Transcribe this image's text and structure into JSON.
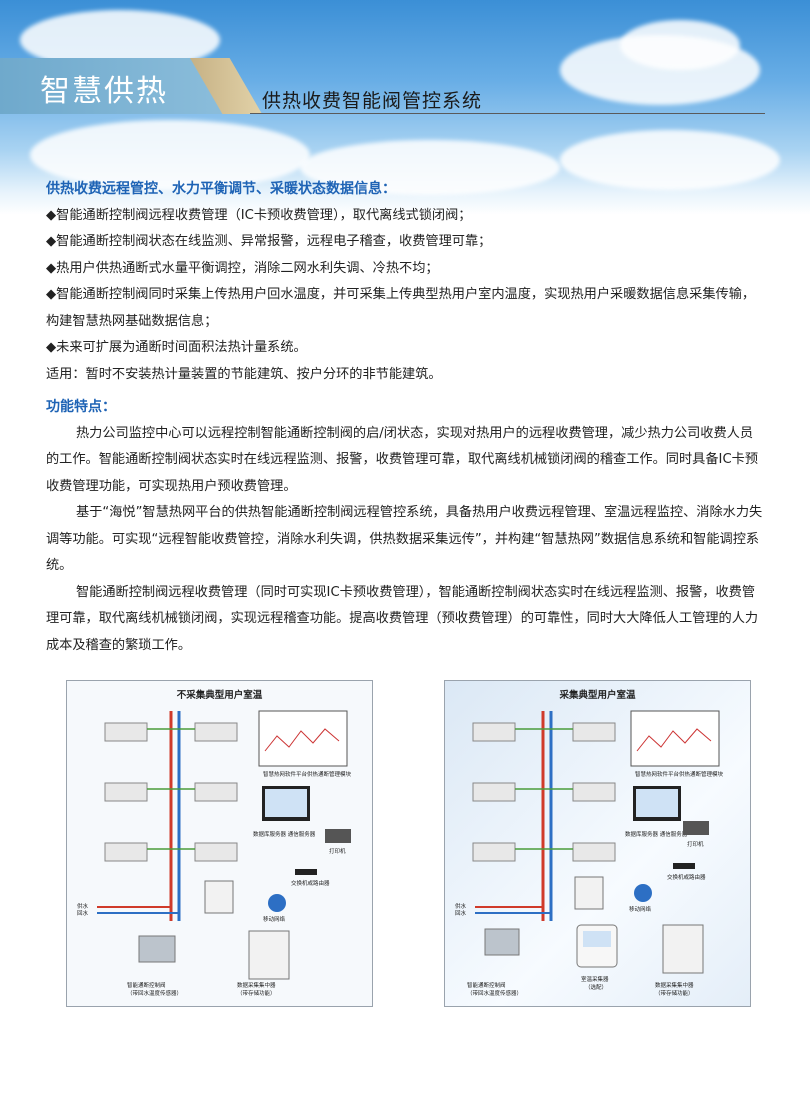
{
  "header": {
    "brand": "智慧供热",
    "subtitle": "供热收费智能阀管控系统"
  },
  "intro": {
    "heading": "供热收费远程管控、水力平衡调节、采暖状态数据信息：",
    "bullets": [
      "◆智能通断控制阀远程收费管理（IC卡预收费管理），取代离线式锁闭阀；",
      "◆智能通断控制阀状态在线监测、异常报警，远程电子稽查，收费管理可靠；",
      "◆热用户供热通断式水量平衡调控，消除二网水利失调、冷热不均；",
      "◆智能通断控制阀同时采集上传热用户回水温度，并可采集上传典型热用户室内温度，实现热用户采暖数据信息采集传输，构建智慧热网基础数据信息；",
      "◆未来可扩展为通断时间面积法热计量系统。"
    ],
    "applicable": "适用：暂时不安装热计量装置的节能建筑、按户分环的非节能建筑。"
  },
  "features": {
    "heading": "功能特点：",
    "paragraphs": [
      "热力公司监控中心可以远程控制智能通断控制阀的启/闭状态，实现对热用户的远程收费管理，减少热力公司收费人员的工作。智能通断控制阀状态实时在线远程监测、报警，收费管理可靠，取代离线机械锁闭阀的稽查工作。同时具备IC卡预收费管理功能，可实现热用户预收费管理。",
      "基于“海悦”智慧热网平台的供热智能通断控制阀远程管控系统，具备热用户收费远程管理、室温远程监控、消除水力失调等功能。可实现“远程智能收费管控，消除水利失调，供热数据采集远传”，并构建“智慧热网”数据信息系统和智能调控系统。",
      "智能通断控制阀远程收费管理（同时可实现IC卡预收费管理），智能通断控制阀状态实时在线远程监测、报警，收费管理可靠，取代离线机械锁闭阀，实现远程稽查功能。提高收费管理（预收费管理）的可靠性，同时大大降低人工管理的人力成本及稽查的繁琐工作。"
    ]
  },
  "diagrams": {
    "left": {
      "title": "不采集典型用户室温",
      "labels": {
        "software": "智慧热网软件平台供热通断管理模块",
        "server": "数据库服务器 通信服务器",
        "printer": "打印机",
        "router": "交换机或路由器",
        "network": "移动网络",
        "supply": "供水",
        "return": "回水",
        "valve": "智能通断控制阀",
        "valve_note": "（带回水温度传感器）",
        "concentrator": "数据采集集中器",
        "concentrator_note": "（带存储功能）"
      }
    },
    "right": {
      "title": "采集典型用户室温",
      "labels": {
        "software": "智慧热网软件平台供热通断管理模块",
        "server": "数据库服务器 通信服务器",
        "printer": "打印机",
        "router": "交换机或路由器",
        "network": "移动网络",
        "supply": "供水",
        "return": "回水",
        "valve": "智能通断控制阀",
        "valve_note": "（带回水温度传感器）",
        "thermostat": "室温采集器",
        "thermostat_note": "（选配）",
        "concentrator": "数据采集集中器",
        "concentrator_note": "（带存储功能）"
      }
    }
  },
  "colors": {
    "heading_blue": "#1e63b5",
    "supply_red": "#d03a2a",
    "return_blue": "#2d6fc4"
  }
}
